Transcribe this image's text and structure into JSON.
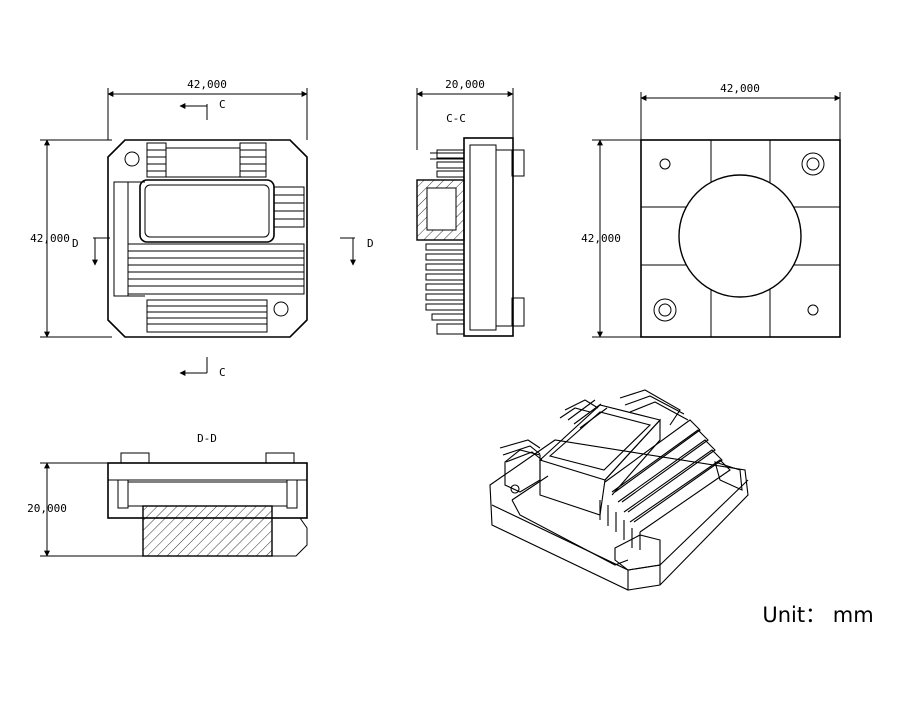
{
  "dimensions": {
    "top_width": "42,000",
    "top_height": "42,000",
    "side_width": "20,000",
    "bottom_width": "42,000",
    "bottom_height": "42,000",
    "section_height": "20,000"
  },
  "labels": {
    "section_c_top": "C",
    "section_c_bottom": "C",
    "section_d_left": "D",
    "section_d_right": "D",
    "section_cc_title": "C-C",
    "section_dd_title": "D-D"
  },
  "unit_note": "Unit： mm"
}
